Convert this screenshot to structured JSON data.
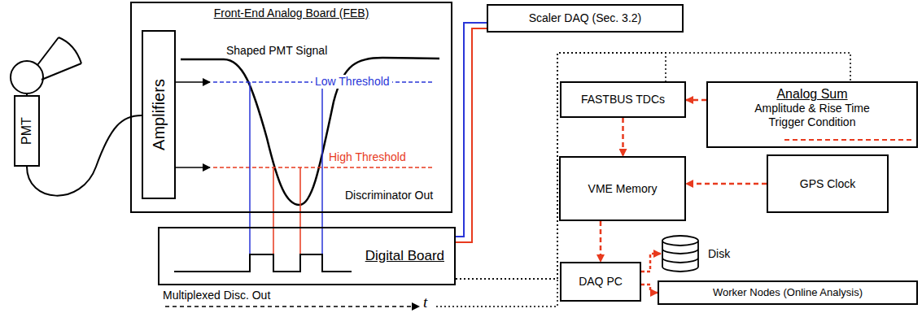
{
  "diagram": {
    "nodes": [
      {
        "text": [
          "PMT"
        ]
      },
      {
        "text": [
          "Front-End Analog Board (FEB)"
        ]
      },
      {
        "text": [
          "Amplifiers"
        ],
        "in": 1
      },
      {
        "text": [
          "Digital Board"
        ]
      },
      {
        "text": [
          "Scaler DAQ (Sec. 3.2)"
        ]
      },
      {
        "text": [
          "FASTBUS TDCs"
        ]
      },
      {
        "text": [
          "Analog Sum",
          "Amplitude & Rise Time Trigger Condition"
        ]
      },
      {
        "text": [
          "VME Memory"
        ]
      },
      {
        "text": [
          "GPS Clock"
        ]
      },
      {
        "text": [
          "DAQ PC"
        ]
      },
      {
        "text": [
          "Disk"
        ]
      },
      {
        "text": [
          "Worker Nodes (Online Analysis)"
        ]
      }
    ],
    "edges": [
      {
        "from": 0,
        "to": 2,
        "arrow": "none"
      },
      {
        "from": 3,
        "to": 4,
        "arrow": "none"
      },
      {
        "from": 3,
        "to": 4,
        "arrow": "none"
      },
      {
        "from": 3,
        "to": 5,
        "arrow": "none"
      },
      {
        "from": 3,
        "to": 6,
        "arrow": "none"
      },
      {
        "from": 6,
        "to": 5,
        "arrow": "to"
      },
      {
        "from": 5,
        "to": 7,
        "arrow": "to"
      },
      {
        "from": 8,
        "to": 7,
        "arrow": "to"
      },
      {
        "from": 7,
        "to": 9,
        "arrow": "to"
      },
      {
        "from": 9,
        "to": 10,
        "arrow": "to"
      },
      {
        "from": 9,
        "to": 11,
        "arrow": "to"
      }
    ],
    "labels": [
      "Shaped PMT Signal",
      "Low Threshold",
      "High Threshold",
      "Discriminator Out",
      "Multiplexed Disc. Out",
      "t"
    ]
  }
}
